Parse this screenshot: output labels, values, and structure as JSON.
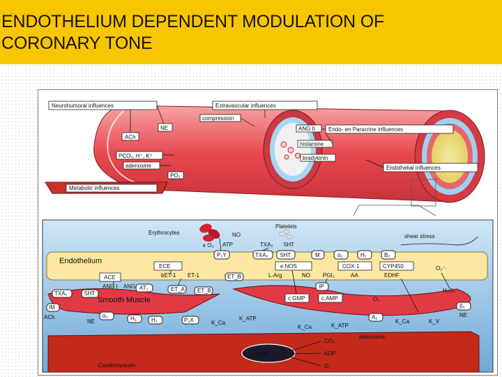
{
  "title": {
    "line1": "ENDOTHELIUM DEPENDENT MODULATION OF",
    "line2": "CORONARY TONE"
  },
  "colors": {
    "title_bar": "#f7c600",
    "vessel": "#e8494f",
    "endothelium_band": "#fbe7a1",
    "smooth_muscle": "#e23a45",
    "cardiomyocyte": "#c42a1a",
    "background_blue": "#9ec9e8"
  },
  "top_labels": {
    "neurohumoral": "Neurohumoral influences",
    "extravascular": "Extravascular influences",
    "compression": "compression",
    "ne": "NE",
    "ach": "ACh",
    "ang2": "ANG II",
    "histamine": "histamine",
    "endo_paracrine": "Endo- en Paracrine influences",
    "pco2": "PCO₂, H⁺, K⁺",
    "adenosine": "adenosine",
    "po2": "PO₂",
    "bradykinin": "bradykinin",
    "endothelial_influences": "Endothelial influences",
    "metabolic": "Metabolic influences"
  },
  "bottom_labels": {
    "erythrocytes": "Erythrocytes",
    "platelets": "Platelets",
    "shear_stress": "shear stress",
    "no": "NO",
    "atp": "ATP",
    "ko2": "κ O₂",
    "txa2": "TXA₂",
    "ht5": "5HT",
    "endothelium": "Endothelium",
    "ece": "ECE",
    "p2y": "P₂Y",
    "txa2_box": "TXA₂",
    "ht5_box": "5HT",
    "m": "M",
    "a2": "α₂",
    "h1": "H₁",
    "b2": "B₂",
    "enos": "e.NOS",
    "cox1": "COX-1",
    "cyp450": "CYP450",
    "o2_radical": "O₂⁻·",
    "bet1": "bET-1",
    "et1": "ET-1",
    "etb": "ET_B",
    "larg": "L-Arg",
    "no2": "NO",
    "pgi2": "PGI₂",
    "aa": "AA",
    "edhf": "EDHF",
    "ace": "ACE",
    "ang1": "ANG I",
    "ang2b": "ANG II",
    "smooth_muscle": "Smooth Muscle",
    "txa2_r": "TXA₂",
    "ht5_r": "5HT",
    "at1": "AT₁",
    "eta": "ET_A",
    "etb2": "ET_B",
    "ip": "IP",
    "cgmp": "c.GMP",
    "camp": "c.AMP",
    "o2": "O₂",
    "h2o2": "H₂O₂",
    "b2r": "β₂",
    "im": "IM",
    "ach2": "ACh",
    "ne2": "NE",
    "a2b": "α₂",
    "h1b": "H₁",
    "h2": "H₂",
    "p2x": "P₂X",
    "kca": "K_Ca",
    "katp": "K_ATP",
    "kca2": "K_Ca",
    "katp2": "K_ATP",
    "a2r": "A₂",
    "kca3": "K_Ca",
    "kv": "K_V",
    "ne3": "NE",
    "co2": "CO₂",
    "adenosine2": "adenosine",
    "atp2": "ATP",
    "adp": "ADP",
    "o2b": "O₂",
    "cardiomyocyte": "Cardiomyocyte"
  }
}
